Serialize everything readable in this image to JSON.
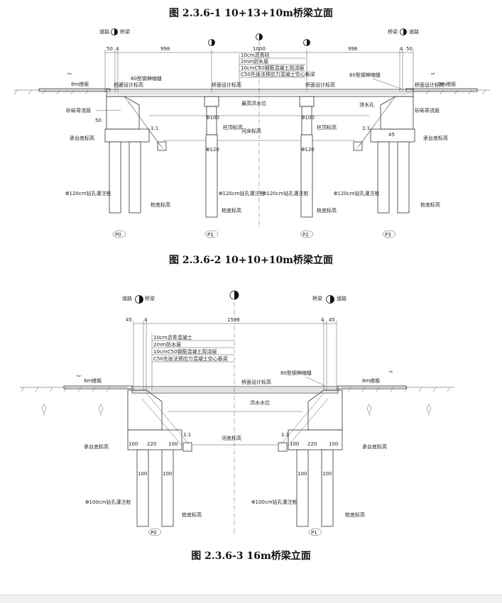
{
  "captions": {
    "fig1": "图 2.3.6-1    10+13+10m桥梁立面",
    "fig2": "图 2.3.6-2   10+10+10m桥梁立面",
    "fig3": "图 2.3.6-3   16m桥梁立面"
  },
  "fig1": {
    "road_left": "道路",
    "bridge_left": "桥梁",
    "bridge_right": "桥梁",
    "road_right": "道路",
    "dims": [
      "50",
      "4",
      "998",
      "1000",
      "998",
      "4",
      "50"
    ],
    "layers": [
      "10cm沥青砼",
      "2mm防水层",
      "10cmC50钢筋混凝土现浇层",
      "C50先张法预应力混凝土空心板梁"
    ],
    "approach_slab_left": "8m搭板",
    "approach_slab_right": "8m搭板",
    "joint_left": "80型钢伸缩缝",
    "joint_right": "80型钢伸缩缝",
    "deck_level_1": "桥面设计标高",
    "deck_level_2": "桥面设计标高",
    "deck_level_3": "桥面设计标高",
    "deck_level_4": "桥面设计标高",
    "flood_level": "最高洪水位",
    "drain_left": "砂砾导流层",
    "drain_right": "砂砾导流层",
    "weep_hole": "泄水孔",
    "column_dia_1": "Φ100",
    "column_dia_2": "Φ100",
    "pile_dia_1": "Φ120",
    "pile_dia_2": "Φ120",
    "cap_level_1": "柱顶标高",
    "cap_level_2": "柱顶标高",
    "river_bed": "河床标高",
    "slope_left": "1:1",
    "slope_right": "1:1",
    "pilecap_left": "承台底标高",
    "pilecap_right": "承台底标高",
    "dim_50_left": "50",
    "dim_45_right": "45",
    "pile_label_1": "Φ120cm钻孔灌注桩",
    "pile_label_2": "Φ120cm钻孔灌注桩",
    "pile_label_3": "Φ120cm钻孔灌注桩",
    "pile_label_4": "Φ120cm钻孔灌注桩",
    "pile_bottom_1": "桩底标高",
    "pile_bottom_2": "桩底标高",
    "pile_bottom_3": "桩底标高",
    "pile_bottom_4": "桩底标高",
    "piers": [
      "P0",
      "P1",
      "P2",
      "P3"
    ]
  },
  "fig2": {
    "road_left": "道路",
    "bridge_left": "桥梁",
    "bridge_right": "桥梁",
    "road_right": "道路",
    "dims": [
      "45",
      "4",
      "1596",
      "4",
      "45"
    ],
    "layers": [
      "10cm沥青混凝土",
      "2mm防水层",
      "10cmC50钢筋混凝土现浇层",
      "C50先张法预应力混凝土空心板梁"
    ],
    "approach_slab_left": "8m搭板",
    "approach_slab_right": "8m搭板",
    "joint": "80型钢伸缩缝",
    "deck_level": "桥面设计标高",
    "flood_level": "洪水水位",
    "river_bed": "河底标高",
    "slope_left": "1:1",
    "slope_right": "1:1",
    "cap_dims_left": [
      "100",
      "220",
      "100"
    ],
    "cap_dims_right": [
      "100",
      "220",
      "100"
    ],
    "pilecap_left": "承台底标高",
    "pilecap_right": "承台底标高",
    "pile_dia_left": [
      "100",
      "100"
    ],
    "pile_dia_right": [
      "100",
      "100"
    ],
    "pile_label_left": "Φ100cm钻孔灌注桩",
    "pile_label_right": "Φ100cm钻孔灌注桩",
    "pile_bottom_left": "桩底标高",
    "pile_bottom_right": "桩底标高",
    "piers": [
      "P0",
      "P1"
    ]
  }
}
